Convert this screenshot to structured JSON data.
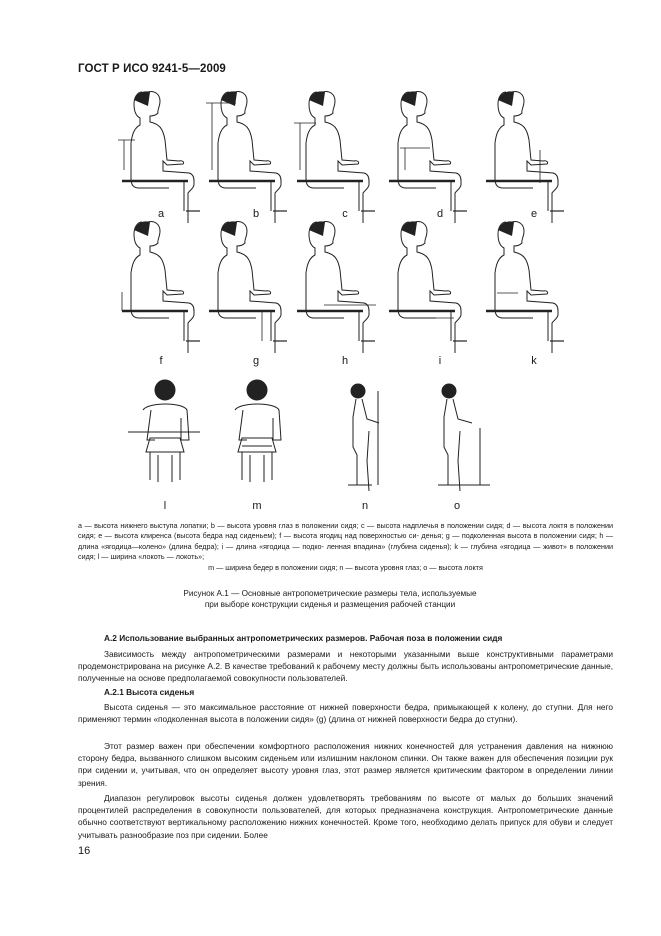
{
  "header": {
    "standard": "ГОСТ Р ИСО 9241-5—2009"
  },
  "figure": {
    "labels": [
      "a",
      "b",
      "c",
      "d",
      "e",
      "f",
      "g",
      "h",
      "i",
      "k",
      "l",
      "m",
      "n",
      "o"
    ],
    "legend_line1": "a — высота нижнего выступа лопатки; b — высота уровня глаз в положении сидя; c — высота надплечья в положении сидя;",
    "legend_line2": "d — высота локтя в положении сидя; e — высота клиренса (высота бедра над сиденьем); f — высота ягодиц над поверхностью си-",
    "legend_line3": "денья; g — подколенная высота в положении сидя; h — длина «ягодица—колено» (длина бедра); i — длина «ягодица — подко-",
    "legend_line4": "ленная впадина» (глубина сиденья); k — глубина «ягодица — живот» в положении сидя; l — ширина «локоть — локоть»;",
    "legend_line5": "m — ширина бедер в положении сидя; n — высота уровня глаз; o — высота локтя",
    "caption_line1": "Рисунок А.1 — Основные антропометрические размеры тела, используемые",
    "caption_line2": "при выборе конструкции сиденья и размещения рабочей станции"
  },
  "section": {
    "heading_a2": "А.2 Использование выбранных антропометрических размеров. Рабочая поза в положении сидя",
    "para_a2": "Зависимость между антропометрическими размерами и некоторыми указанными выше конструктивными параметрами продемонстрирована на рисунке А.2. В качестве требований к рабочему месту должны быть использованы антропометрические данные, полученные на основе предполагаемой совокупности пользователей.",
    "heading_a21": "А.2.1 Высота сиденья",
    "para_1": "Высота сиденья — это максимальное расстояние от нижней поверхности бедра, примыкающей к колену, до ступни. Для него применяют термин «подколенная высота в положении сидя» (g) (длина от нижней поверхности бедра до ступни).",
    "para_2": "Этот размер важен при обеспечении комфортного расположения нижних конечностей для устранения давления на нижнюю сторону бедра, вызванного слишком высоким сиденьем или излишним наклоном спинки. Он также важен для обеспечения позиции рук при сидении и, учитывая, что он определяет высоту уровня глаз, этот размер является критическим фактором в определении линии зрения.",
    "para_3": "Диапазон регулировок высоты сиденья должен удовлетворять требованиям по высоте от малых до больших значений процентилей распределения в совокупности пользователей, для которых предназначена конструкция. Антропометрические данные обычно соответствуют вертикальному расположению нижних конечностей. Кроме того, необходимо делать припуск для обуви и следует учитывать разнообразие поз при сидении. Более"
  },
  "page_number": "16"
}
